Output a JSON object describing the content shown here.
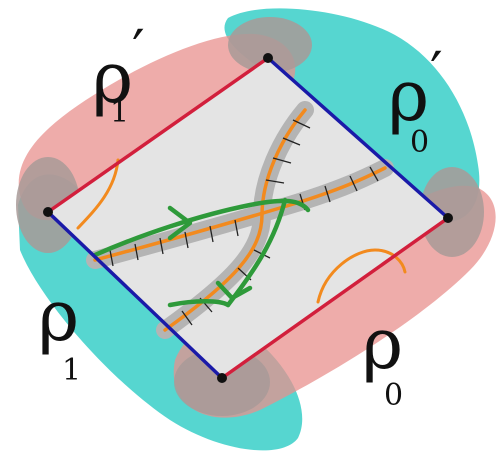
{
  "labels": {
    "rho1_prime": {
      "main": "ρ",
      "sub": "1",
      "mark": "′"
    },
    "rho0_prime": {
      "main": "ρ",
      "sub": "0",
      "mark": "′"
    },
    "rho1": {
      "main": "ρ",
      "sub": "1"
    },
    "rho0": {
      "main": "ρ",
      "sub": "0"
    }
  },
  "colors": {
    "red_side": "#d21f3c",
    "blue_side": "#1a1aa8",
    "pink_band": "#e8908e",
    "cyan_band": "#38cfc8",
    "overlap_blob": "#a89a98",
    "strand_body": "#b4b4b4",
    "strand_core": "#f28a1e",
    "green_path": "#2e9a3a",
    "orange_arc": "#f28a1e",
    "interior": "#e4e4e4"
  }
}
